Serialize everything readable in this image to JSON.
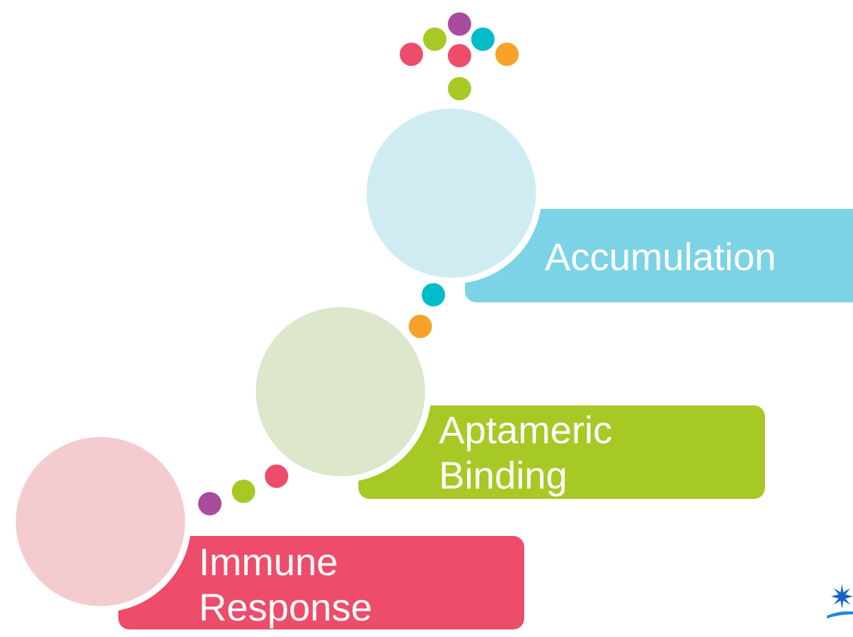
{
  "colors": {
    "red": "#ED4C6B",
    "green": "#A6C925",
    "cyan": "#7DD3E6",
    "purple": "#A94B9E",
    "teal": "#00BCC8",
    "orange": "#F6A22B",
    "pink_light": "#F4CCD0",
    "green_light": "#DCE7CB",
    "cyan_light": "#CFECF2"
  },
  "steps": [
    {
      "id": "immune",
      "line1": "Immune",
      "line2": "Response"
    },
    {
      "id": "aptameric",
      "line1": "Aptameric",
      "line2": "Binding"
    },
    {
      "id": "accumulation",
      "line1": "Accumulation"
    }
  ],
  "logo_icon": "starburst-icon"
}
